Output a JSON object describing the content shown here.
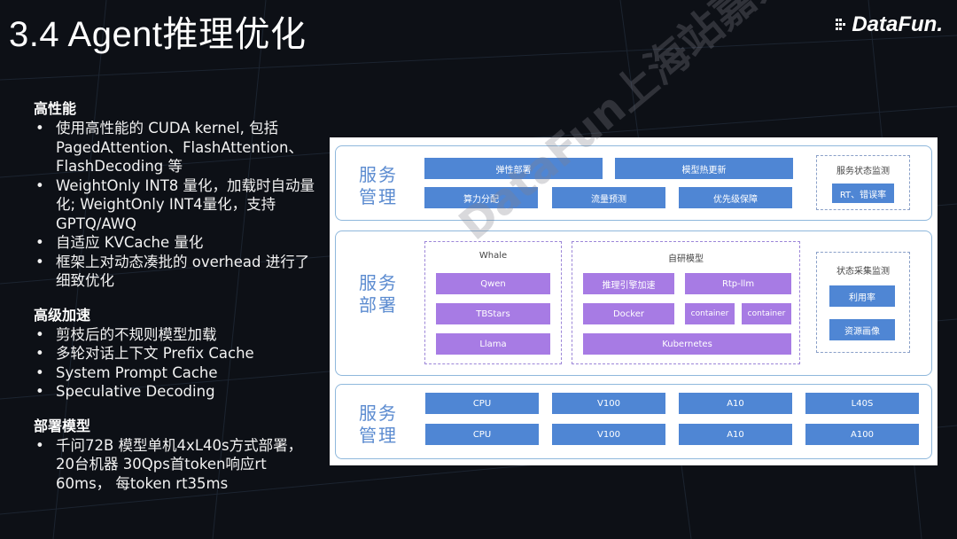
{
  "title": "3.4 Agent推理优化",
  "logo": "DataFun.",
  "watermark": "DataFun上海站嘉宾",
  "sections": [
    {
      "title": "高性能",
      "items": [
        "使用高性能的 CUDA kernel, 包括 PagedAttention、FlashAttention、FlashDecoding 等",
        "WeightOnly INT8 量化，加载时自动量化; WeightOnly INT4量化，支持GPTQ/AWQ",
        "自适应 KVCache 量化",
        "框架上对动态凑批的 overhead 进行了细致优化"
      ]
    },
    {
      "title": "高级加速",
      "items": [
        "剪枝后的不规则模型加载",
        "多轮对话上下文 Prefix Cache",
        "System Prompt Cache",
        "Speculative Decoding"
      ]
    },
    {
      "title": "部署模型",
      "items": [
        "千问72B 模型单机4xL40s方式部署，20台机器 30Qps首token响应rt 60ms， 每token rt35ms"
      ]
    }
  ],
  "diagram": {
    "row1": {
      "label": "服务管理",
      "elastic": "弹性部署",
      "hotupdate": "模型热更新",
      "compute": "算力分配",
      "traffic": "流量预测",
      "priority": "优先级保障",
      "monitor_title": "服务状态监测",
      "monitor_item": "RT、错误率"
    },
    "row2": {
      "label": "服务部署",
      "whale_title": "Whale",
      "whale_items": [
        "Qwen",
        "TBStars",
        "Llama"
      ],
      "self_title": "自研模型",
      "engine": "推理引擎加速",
      "rtp": "Rtp-llm",
      "docker": "Docker",
      "container1": "container",
      "container2": "container",
      "k8s": "Kubernetes",
      "collect_title": "状态采集监测",
      "util": "利用率",
      "profile": "资源画像"
    },
    "row3": {
      "label": "服务管理",
      "gpus_row1": [
        "CPU",
        "V100",
        "A10",
        "L40S"
      ],
      "gpus_row2": [
        "CPU",
        "V100",
        "A10",
        "A100"
      ]
    }
  }
}
